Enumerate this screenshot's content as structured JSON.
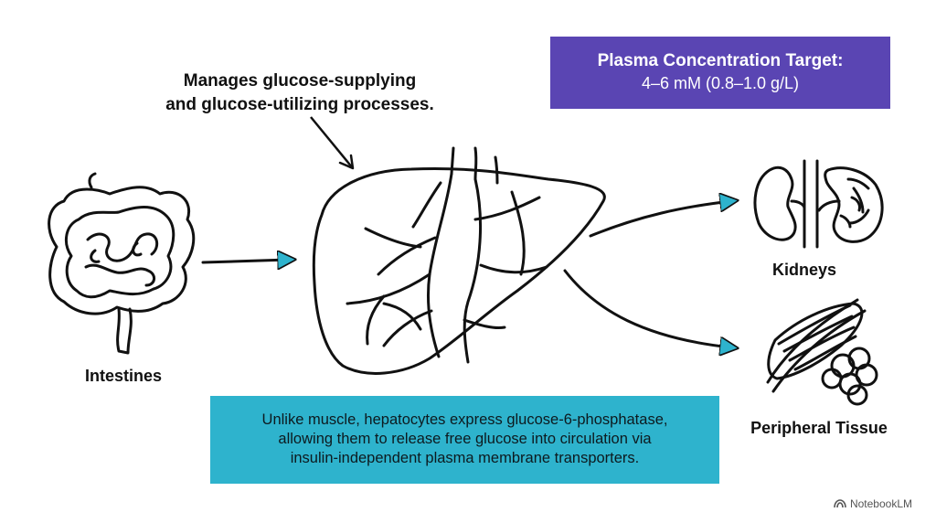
{
  "callout": {
    "line1": "Manages glucose-supplying",
    "line2": "and glucose-utilizing processes."
  },
  "target_box": {
    "title": "Plasma Concentration Target:",
    "value": "4–6 mM (0.8–1.0 g/L)"
  },
  "info_box": {
    "line1": "Unlike muscle, hepatocytes express glucose-6-phosphatase,",
    "line2": "allowing them to release free glucose into circulation via",
    "line3": "insulin-independent plasma membrane transporters."
  },
  "labels": {
    "intestines": "Intestines",
    "kidneys": "Kidneys",
    "peripheral": "Peripheral Tissue"
  },
  "watermark": {
    "text": "NotebookLM"
  },
  "colors": {
    "purple_box": "#5a45b3",
    "teal_box": "#2eb3cd",
    "arrow_fill": "#2eb3cd",
    "line_art": "#111111"
  },
  "icons": [
    "intestines-icon",
    "liver-icon",
    "kidney-icon",
    "muscle-icon",
    "notebooklm-logo-icon"
  ]
}
